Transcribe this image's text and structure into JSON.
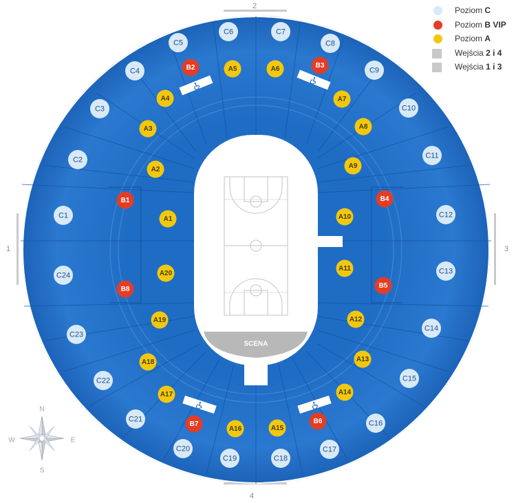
{
  "legend": {
    "items": [
      {
        "prefix": "Poziom ",
        "bold": "C",
        "color": "#d8e9f7",
        "shape": "dot"
      },
      {
        "prefix": "Poziom ",
        "bold": "B VIP",
        "color": "#e33d26",
        "shape": "dot"
      },
      {
        "prefix": "Poziom ",
        "bold": "A",
        "color": "#f2c80f",
        "shape": "dot"
      },
      {
        "prefix": "Wejścia ",
        "bold": "2 i 4",
        "color": "#c9c9c9",
        "shape": "hline"
      },
      {
        "prefix": "Wejścia ",
        "bold": "1 i 3",
        "color": "#c9c9c9",
        "shape": "vline"
      }
    ]
  },
  "entrances": {
    "north": "2",
    "west": "1",
    "east": "3",
    "south": "4"
  },
  "stage": {
    "label": "SCENA"
  },
  "compass": {
    "n": "N",
    "s": "S",
    "e": "E",
    "w": "W"
  },
  "colors": {
    "seating": "#1f6cc4",
    "seating_light": "#4a92de",
    "divider": "#1252a0",
    "level_c": "#d8e9f7",
    "level_b": "#e33d26",
    "level_a": "#f2c80f",
    "floor": "#ffffff",
    "stage": "#b8b8b8",
    "court_lines": "#c2c2c2",
    "entrance_bar": "#c9c9c9"
  },
  "sections": {
    "c": [
      "C1",
      "C2",
      "C3",
      "C4",
      "C5",
      "C6",
      "C7",
      "C8",
      "C9",
      "C10",
      "C11",
      "C12",
      "C13",
      "C14",
      "C15",
      "C16",
      "C17",
      "C18",
      "C19",
      "C20",
      "C21",
      "C22",
      "C23",
      "C24"
    ],
    "b": [
      "B1",
      "B2",
      "B3",
      "B4",
      "B5",
      "B6",
      "B7",
      "B8"
    ],
    "a": [
      "A1",
      "A2",
      "A3",
      "A4",
      "A5",
      "A6",
      "A7",
      "A8",
      "A9",
      "A10",
      "A11",
      "A12",
      "A13",
      "A14",
      "A15",
      "A16",
      "A17",
      "A18",
      "A19",
      "A20"
    ]
  },
  "accessibility": {
    "icon": "wheelchair-icon",
    "count": 4
  }
}
